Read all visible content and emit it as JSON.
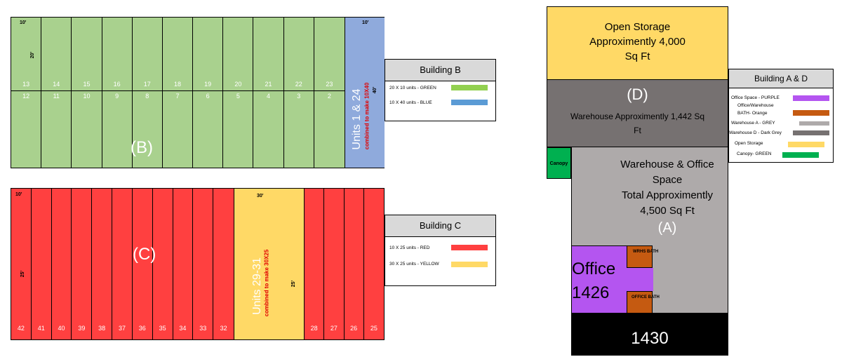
{
  "building_b": {
    "label": "(B)",
    "units_top": [
      "13",
      "14",
      "15",
      "16",
      "17",
      "18",
      "19",
      "20",
      "21",
      "22",
      "23"
    ],
    "units_bottom": [
      "12",
      "11",
      "10",
      "9",
      "8",
      "7",
      "6",
      "5",
      "4",
      "3",
      "2"
    ],
    "dim_width": "10'",
    "dim_depth": "20'",
    "combined_title": "Units 1 & 24",
    "combined_note": "combined to make 10X40",
    "combined_dim_width": "10'",
    "combined_dim_depth": "40'",
    "colors": {
      "green": "#a9d18e",
      "blue": "#8faadc"
    }
  },
  "building_b_legend": {
    "title": "Building  B",
    "rows": [
      {
        "label": "20 X 10 units - GREEN",
        "color": "#92d050"
      },
      {
        "label": "10 X 40 units - BLUE",
        "color": "#5b9bd5"
      }
    ]
  },
  "building_c": {
    "label": "(C)",
    "units_left": [
      "42",
      "41",
      "40",
      "39",
      "38",
      "37",
      "36",
      "35",
      "34",
      "33",
      "32"
    ],
    "units_right": [
      "28",
      "27",
      "26",
      "25"
    ],
    "dim_width": "10'",
    "dim_depth": "25'",
    "combined_title": "Units 29-31",
    "combined_note": "combined to make 30X25",
    "combined_dim_width": "30'",
    "combined_dim_depth": "25'",
    "colors": {
      "red": "#ff4040",
      "yellow": "#ffd966"
    }
  },
  "building_c_legend": {
    "title": "Building  C",
    "rows": [
      {
        "label": "10 X 25 units - RED",
        "color": "#ff4040"
      },
      {
        "label": "30 X 25 units - YELLOW",
        "color": "#ffd966"
      }
    ]
  },
  "building_ad": {
    "open_storage": [
      "Open Storage",
      "Approximently 4,000",
      "Sq Ft"
    ],
    "warehouse_d": {
      "label": "(D)",
      "lines": [
        "Warehouse Approximently 1,442 Sq",
        "Ft"
      ]
    },
    "canopy": "Canopy",
    "warehouse_a": [
      "Warehouse & Office",
      "Space",
      "Total Approximently",
      "4,500 Sq Ft",
      "(A)"
    ],
    "wrhs_bath": "WRHS BATH",
    "office_bath": "OFFICE BATH",
    "office": [
      "Office",
      "1426"
    ],
    "unit_1430": "1430",
    "colors": {
      "open_storage": "#ffd966",
      "warehouse_d": "#767171",
      "warehouse_a": "#aeaaaa",
      "canopy": "#00b050",
      "office": "#b455f0",
      "bath": "#c55a11",
      "black": "#000000"
    }
  },
  "building_ad_legend": {
    "title": "Building A & D",
    "rows": [
      {
        "label": "Office Space - PURPLE",
        "color": "#b455f0"
      },
      {
        "label": "Office/Warehouse",
        "color": ""
      },
      {
        "label": "BATH- Orange",
        "color": "#c55a11"
      },
      {
        "label": "Warehouse A - GREY",
        "color": "#aeaaaa"
      },
      {
        "label": "Warehouse D - Dark Grey",
        "color": "#767171"
      },
      {
        "label": "Open Storage",
        "color": "#ffd966"
      },
      {
        "label": "Canopy- GREEN",
        "color": "#00b050"
      }
    ]
  }
}
